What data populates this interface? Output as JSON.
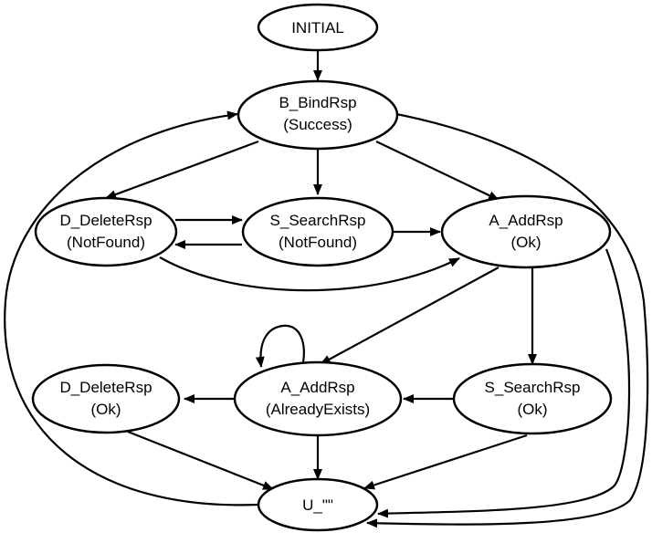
{
  "nodes": {
    "initial": {
      "lines": [
        "INITIAL"
      ]
    },
    "bind": {
      "lines": [
        "B_BindRsp",
        "(Success)"
      ]
    },
    "del_nf": {
      "lines": [
        "D_DeleteRsp",
        "(NotFound)"
      ]
    },
    "search_nf": {
      "lines": [
        "S_SearchRsp",
        "(NotFound)"
      ]
    },
    "add_ok": {
      "lines": [
        "A_AddRsp",
        "(Ok)"
      ]
    },
    "del_ok": {
      "lines": [
        "D_DeleteRsp",
        "(Ok)"
      ]
    },
    "add_exists": {
      "lines": [
        "A_AddRsp",
        "(AlreadyExists)"
      ]
    },
    "search_ok": {
      "lines": [
        "S_SearchRsp",
        "(Ok)"
      ]
    },
    "unbind": {
      "lines": [
        "U_\"\""
      ]
    }
  }
}
